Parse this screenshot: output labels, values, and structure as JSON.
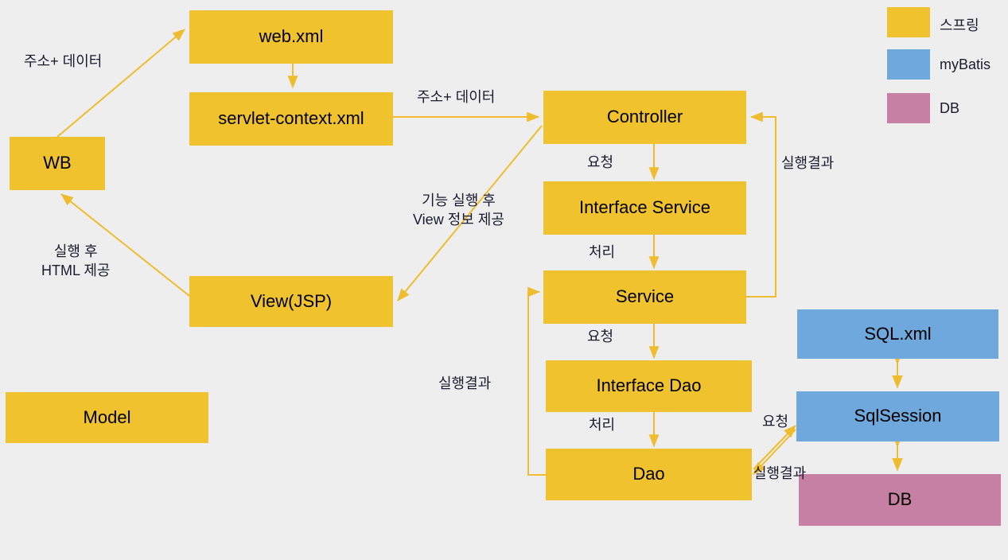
{
  "diagram": {
    "title": "Spring MVC + myBatis architecture flow",
    "background": "#eeeeee",
    "colors": {
      "spring": "#efc22e",
      "mybatis": "#6fa8dc",
      "db": "#c680a4",
      "arrow": "#efbc2e",
      "text": "#1b1b2f"
    }
  },
  "nodes": {
    "wb": "WB",
    "web_xml": "web.xml",
    "servlet_context_xml": "servlet-context.xml",
    "view_jsp": "View(JSP)",
    "model": "Model",
    "controller": "Controller",
    "interface_service": "Interface Service",
    "service": "Service",
    "interface_dao": "Interface Dao",
    "dao": "Dao",
    "sql_xml": "SQL.xml",
    "sql_session": "SqlSession",
    "db": "DB"
  },
  "edge_labels": {
    "wb_to_web": "주소+ 데이터",
    "servlet_to_controller": "주소+ 데이터",
    "view_to_wb": "실행 후\nHTML 제공",
    "controller_to_view": "기능 실행 후\nView 정보 제공",
    "controller_to_iservice": "요청",
    "iservice_to_service": "처리",
    "service_to_controller": "실행결과",
    "service_to_idao": "요청",
    "idao_to_dao": "처리",
    "dao_to_service": "실행결과",
    "dao_to_sqlsession": "요청",
    "sqlsession_to_dao": "실행결과"
  },
  "legend": {
    "items": [
      {
        "label": "스프링",
        "color": "#efc22e"
      },
      {
        "label": "myBatis",
        "color": "#6fa8dc"
      },
      {
        "label": "DB",
        "color": "#c680a4"
      }
    ]
  }
}
